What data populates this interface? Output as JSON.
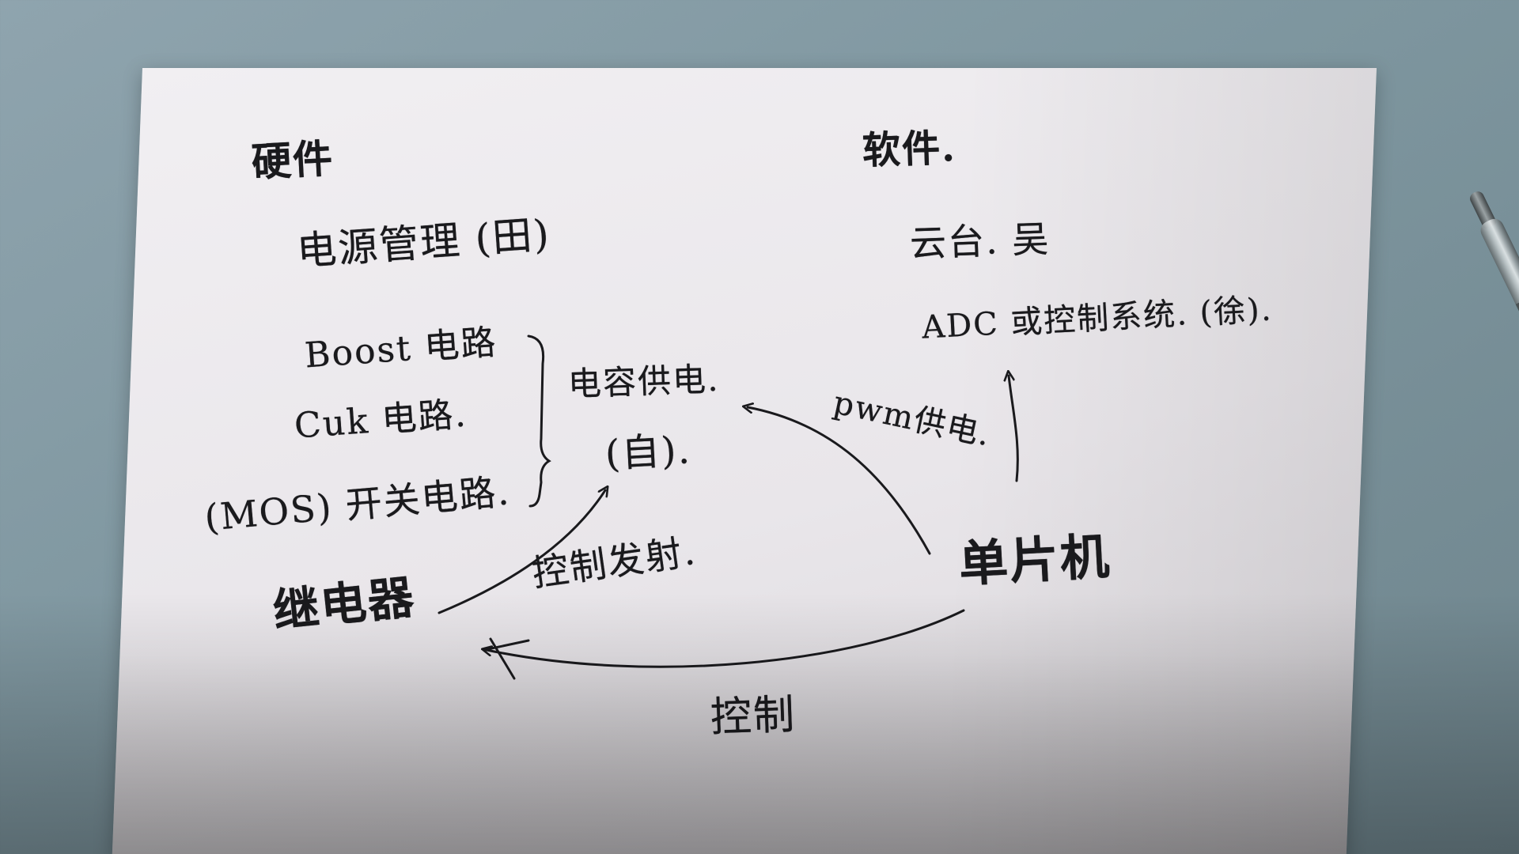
{
  "diagram": {
    "ink_color": "#1a1a1d",
    "paper_color": "#efedf0",
    "desk_color": "#8fa4ae",
    "hardware_heading": "硬件",
    "software_heading": "软件.",
    "power_management": "电源管理 (田)",
    "software_items": [
      "云台. 吴",
      "ADC 或控制系统. (徐)."
    ],
    "circuits": [
      "Boost 电路",
      "Cuk 电路.",
      "(MOS) 开关电路."
    ],
    "capacitor_supply": "电容供电.",
    "capacitor_owner": "(自).",
    "relay": "继电器",
    "mcu": "单片机",
    "arrow_labels": {
      "pwm_supply": "pwm供电.",
      "control_launch": "控制发射.",
      "control": "控制"
    }
  }
}
